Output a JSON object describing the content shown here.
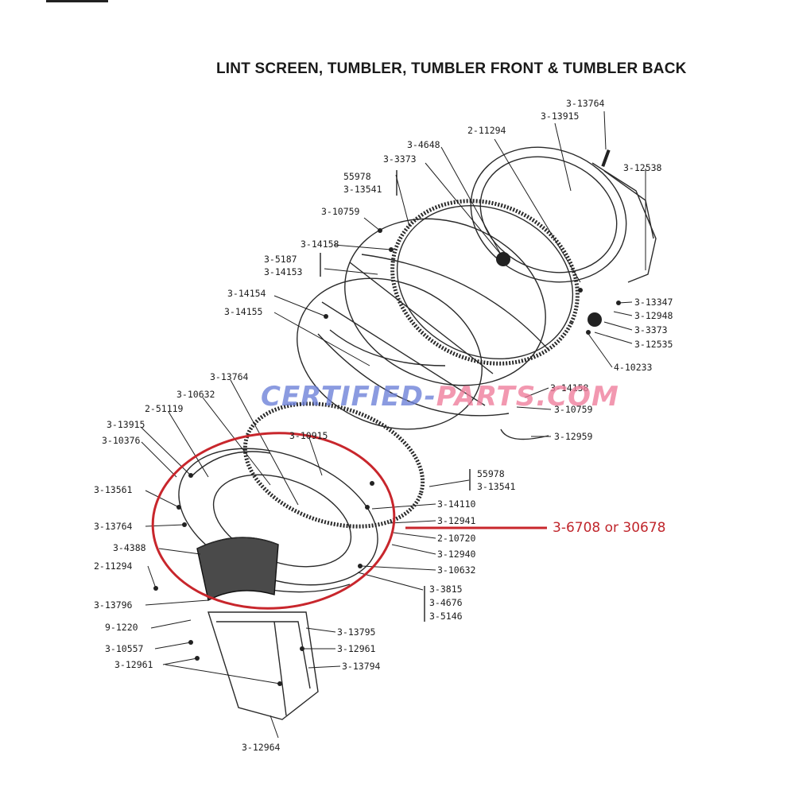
{
  "title": "LINT SCREEN, TUMBLER, TUMBLER FRONT & TUMBLER BACK",
  "watermark": {
    "part1": "CERTIFIED-",
    "part2": "PARTS.COM",
    "color1": "#6b7fd8",
    "color2": "#ef7c9a"
  },
  "highlight": {
    "color": "#c8262c",
    "callout": "3-6708 or 30678"
  },
  "labels": [
    "3-13764",
    "3-13915",
    "2-11294",
    "3-4648",
    "3-3373",
    "3-12538",
    "55978",
    "3-13541",
    "3-10759",
    "3-14158",
    "3-5187",
    "3-14153",
    "3-14154",
    "3-14155",
    "3-13347",
    "3-12948",
    "3-3373",
    "3-12535",
    "4-10233",
    "3-14158",
    "3-10759",
    "3-12959",
    "3-13764",
    "3-10632",
    "2-51119",
    "3-13915",
    "3-10376",
    "3-10915",
    "55978",
    "3-13541",
    "3-14110",
    "3-12941",
    "2-10720",
    "3-12940",
    "3-10632",
    "3-13561",
    "3-13764",
    "3-4388",
    "2-11294",
    "3-13796",
    "3-3815",
    "3-4676",
    "3-5146",
    "9-1220",
    "3-10557",
    "3-12961",
    "3-12961",
    "3-13795",
    "3-13794",
    "3-12964"
  ]
}
